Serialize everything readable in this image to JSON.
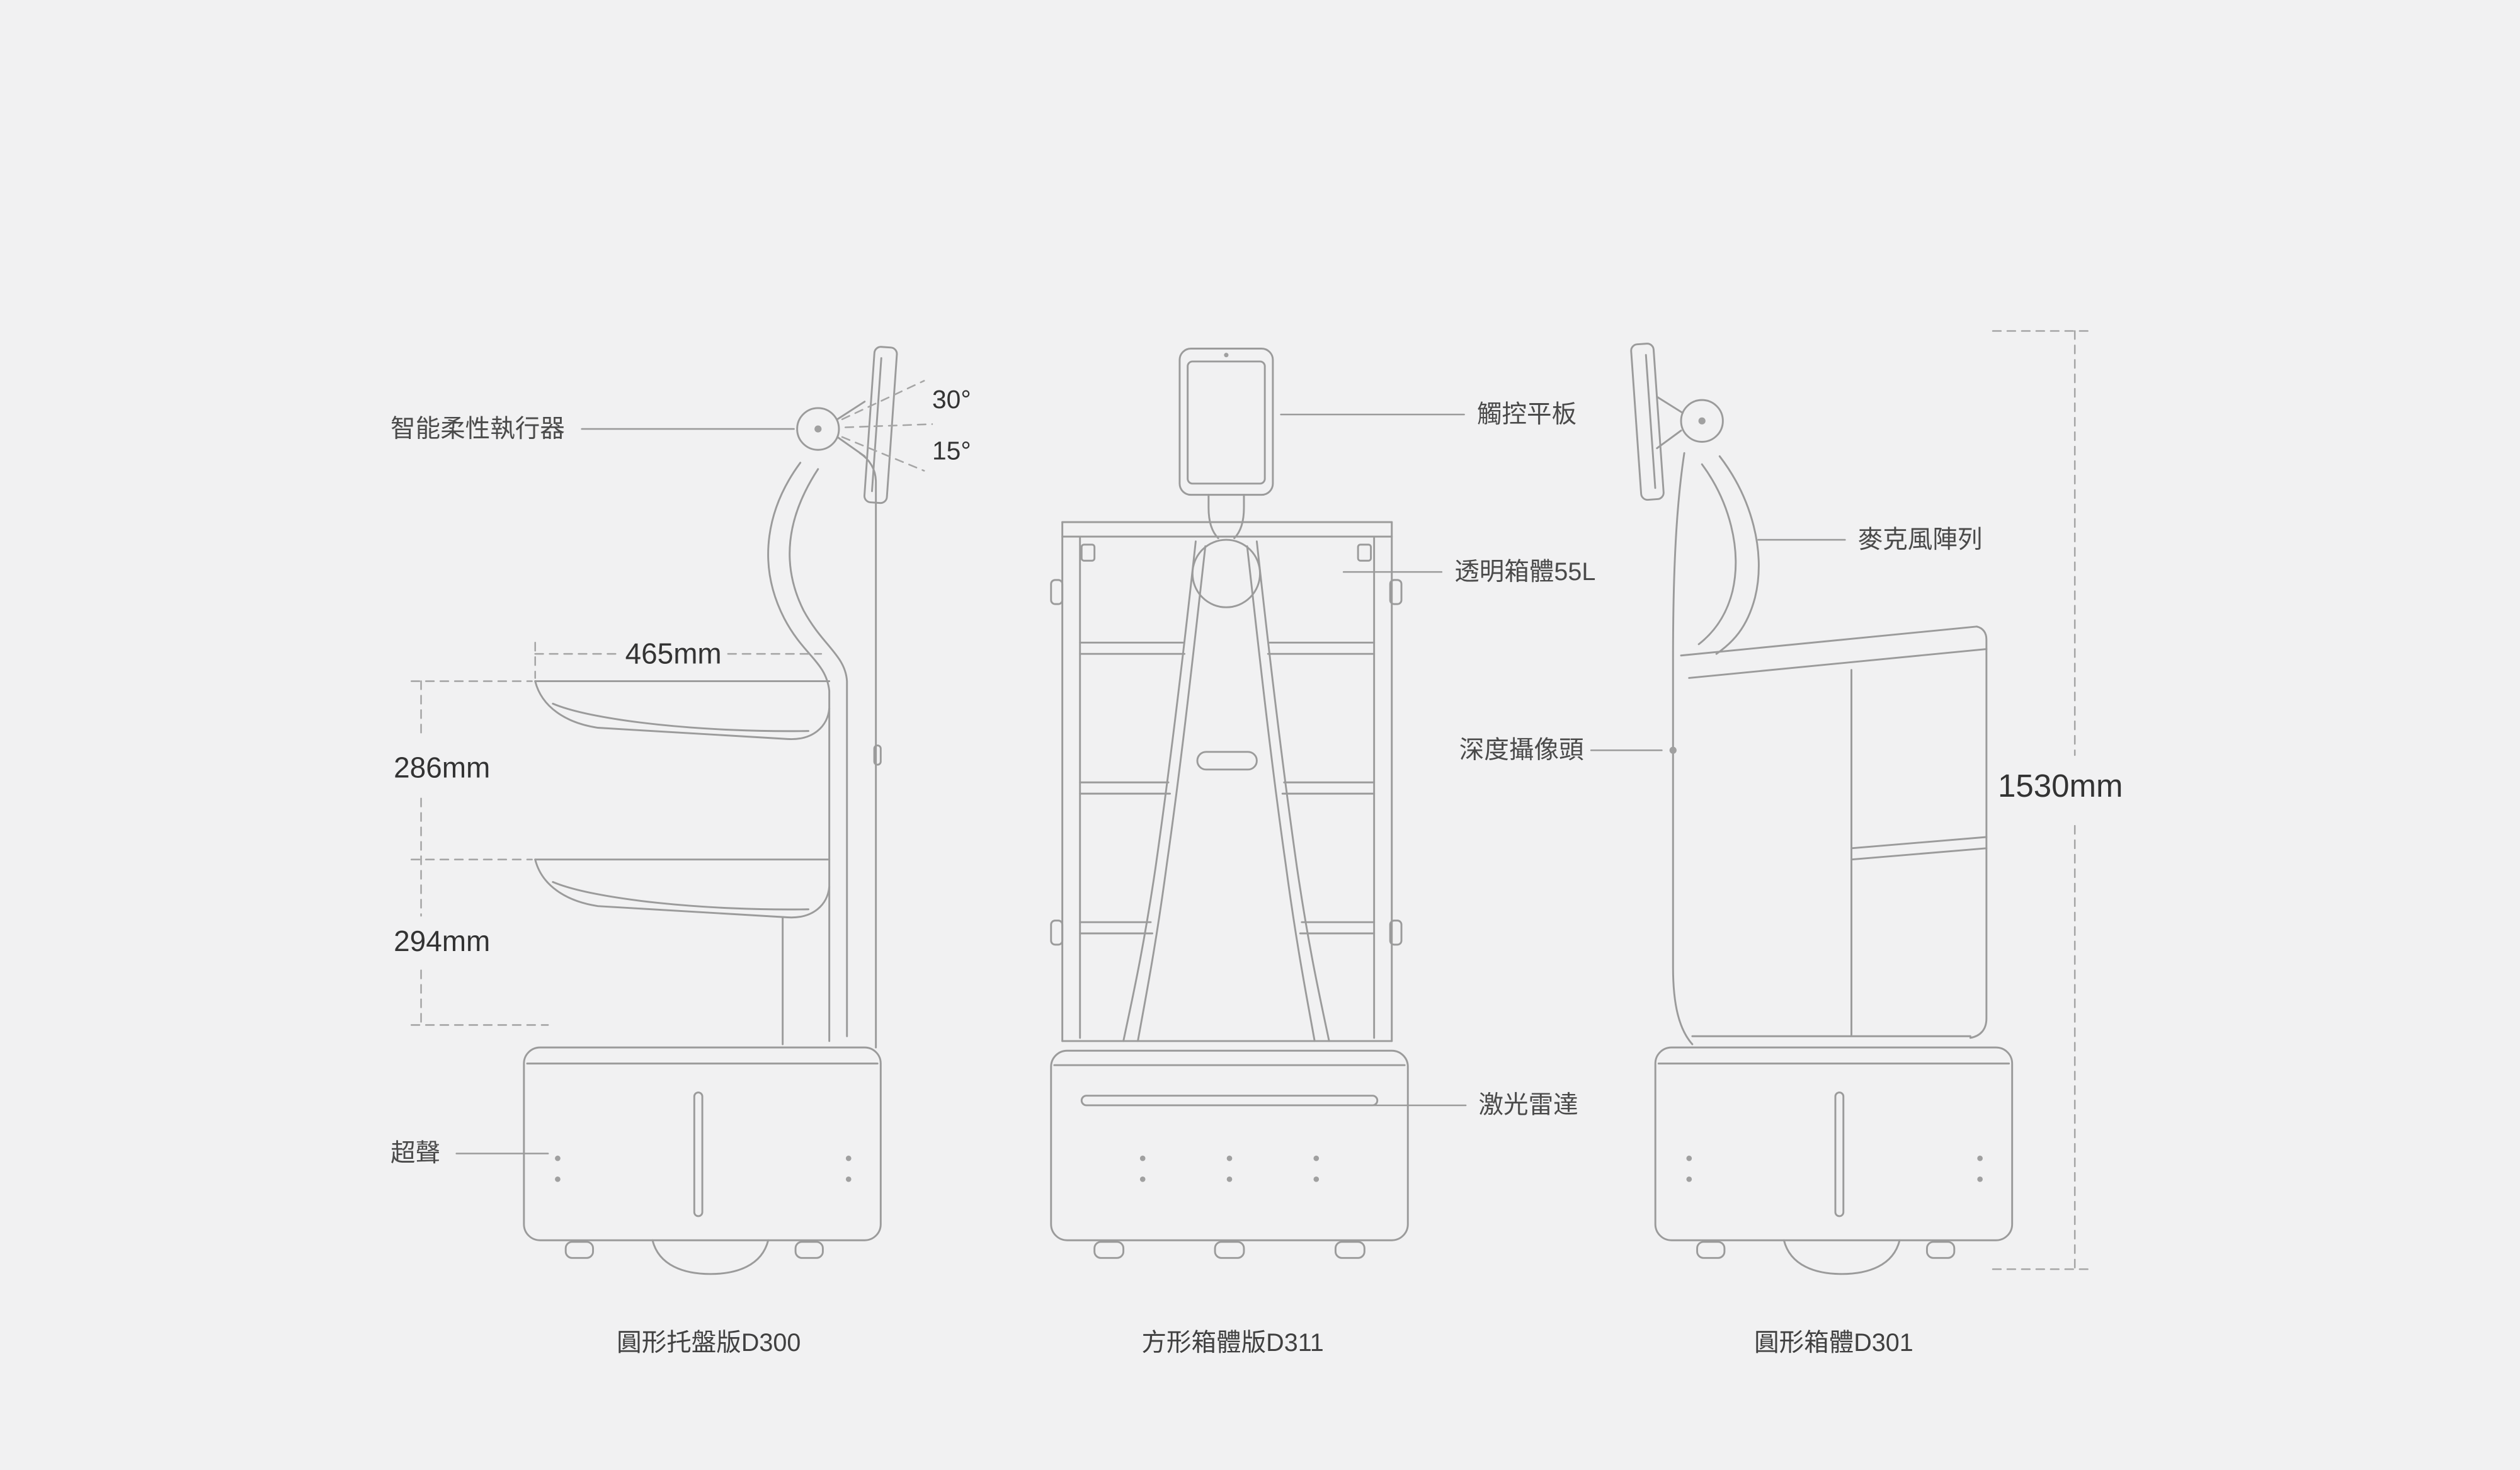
{
  "colors": {
    "background": "#f1f1f2",
    "line": "#9b9b9b",
    "label_text": "#4a4a4a",
    "dimension_text": "#333333"
  },
  "d300": {
    "caption": "圓形托盤版D300",
    "label_actuator": "智能柔性執行器",
    "label_ultrasonic": "超聲",
    "dim_tray_width": "465mm",
    "dim_gap_upper": "286mm",
    "dim_gap_lower": "294mm",
    "angle_up": "30°",
    "angle_down": "15°"
  },
  "d311": {
    "caption": "方形箱體版D311",
    "label_tablet": "觸控平板",
    "label_cabinet": "透明箱體55L",
    "label_depth_camera": "深度攝像頭",
    "label_lidar": "激光雷達"
  },
  "d301": {
    "caption": "圓形箱體D301",
    "label_mic_array": "麥克風陣列",
    "dim_height": "1530mm"
  }
}
